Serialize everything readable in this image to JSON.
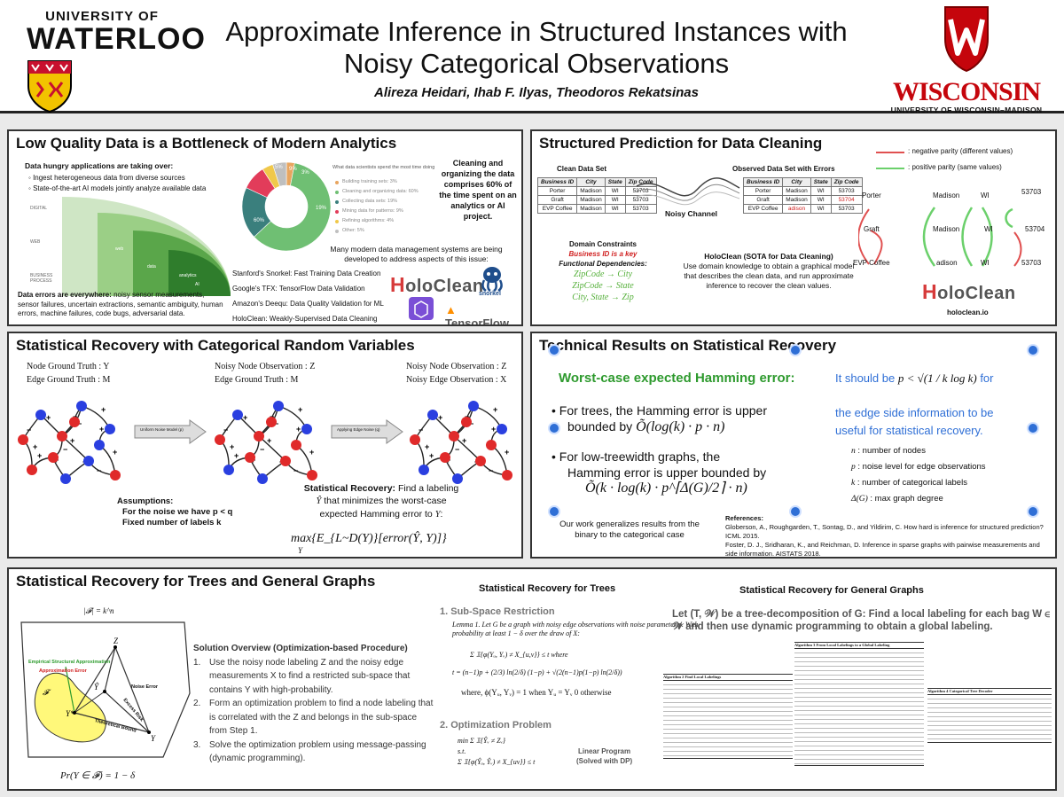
{
  "header": {
    "title_line1": "Approximate Inference in Structured Instances with",
    "title_line2": "Noisy Categorical Observations",
    "authors": "Alireza Heidari, Ihab F. Ilyas, Theodoros Rekatsinas",
    "uw_top": "UNIVERSITY OF",
    "uw_main": "WATERLOO",
    "wi_name": "WISCONSIN",
    "wi_sub": "UNIVERSITY OF WISCONSIN–MADISON"
  },
  "p1": {
    "title": "Low Quality Data is a Bottleneck of Modern Analytics",
    "hungry_head": "Data hungry applications are taking over:",
    "hungry_b1": "Ingest heterogeneous data from diverse sources",
    "hungry_b2": "State-of-the-art AI models jointly analyze available data",
    "quad_labels": [
      "DIGITAL",
      "WEB",
      "BUSINESS PROCESS"
    ],
    "donut_title": "What data scientists spend the most time doing",
    "donut_legend": [
      "Building training sets: 3%",
      "Cleaning and organizing data: 60%",
      "Collecting data sets: 19%",
      "Mining data for patterns: 9%",
      "Refining algorithms: 4%",
      "Other: 5%"
    ],
    "donut_colors": [
      "#e8a55f",
      "#6fbf73",
      "#3a7f7d",
      "#e23c5a",
      "#f0c84a",
      "#bfbfbf"
    ],
    "donut_values": [
      3,
      60,
      19,
      9,
      4,
      5
    ],
    "donut_labels": [
      "60%",
      "19%",
      "9%",
      "5%",
      "3%"
    ],
    "cleaning_text": "Cleaning and organizing the data comprises 60% of the time spent on an analytics or AI project.",
    "systems_text": "Many modern data management systems are being developed to address aspects of this issue:",
    "sys1": "Stanford's Snorkel: Fast Training Data Creation",
    "sys2": "Google's TFX: TensorFlow Data Validation",
    "sys3": "Amazon's Deequ: Data Quality Validation for ML",
    "sys4": "HoloClean: Weakly-Supervised Data Cleaning",
    "errors_head": "Data errors are everywhere:",
    "errors_text": "noisy sensor measurements, sensor failures, uncertain extractions, semantic ambiguity, human errors, machine failures, code bugs, adversarial data.",
    "logo_holo_h": "H",
    "logo_holo_rest": "oloClean",
    "logo_snorkel": "snorkel",
    "logo_tf": "TensorFlow"
  },
  "p2": {
    "title": "Structured Prediction for Data Cleaning",
    "clean_head": "Clean Data Set",
    "observed_head": "Observed Data Set with Errors",
    "cols": [
      "Business ID",
      "City",
      "State",
      "Zip Code"
    ],
    "clean_rows": [
      [
        "Porter",
        "Madison",
        "WI",
        "53703"
      ],
      [
        "Graft",
        "Madison",
        "WI",
        "53703"
      ],
      [
        "EVP Coffee",
        "Madison",
        "WI",
        "53703"
      ]
    ],
    "noisy_rows": [
      [
        "Porter",
        "Madison",
        "WI",
        "53703"
      ],
      [
        "Graft",
        "Madison",
        "WI",
        "53704"
      ],
      [
        "EVP Coffee",
        "adison",
        "WI",
        "53703"
      ]
    ],
    "noisy_channel": "Noisy Channel",
    "dc_head": "Domain Constraints",
    "dc_key": "Business ID is a key",
    "dc_fd": "Functional Dependencies:",
    "fd1": "ZipCode → City",
    "fd2": "ZipCode → State",
    "fd3": "City, State → Zip",
    "holo_head": "HoloClean (SOTA for Data Cleaning)",
    "holo_text": "Use domain knowledge to obtain a graphical model that describes the clean data, and run approximate inference to recover the clean values.",
    "legend_neg": ": negative parity (different values)",
    "legend_pos": ": positive parity (same values)",
    "g_porter": "Porter",
    "g_graft": "Graft",
    "g_evp": "EVP Coffee",
    "g_madison1": "Madison",
    "g_madison2": "Madison",
    "g_adison": "adison",
    "g_wi1": "WI",
    "g_wi2": "WI",
    "g_wi3": "WI",
    "g_z1": "53703",
    "g_z2": "53704",
    "g_z3": "53703",
    "holo_url": "holoclean.io",
    "neg_color": "#e05050",
    "pos_color": "#6bd06b"
  },
  "p3": {
    "title": "Statistical Recovery with Categorical Random Variables",
    "g1_l1": "Node Ground Truth : Y",
    "g1_l2": "Edge Ground Truth : M",
    "g2_l1": "Noisy Node Observation : Z",
    "g2_l2": "Edge Ground Truth : M",
    "g3_l1": "Noisy Node Observation : Z",
    "g3_l2": "Noisy Edge Observation : X",
    "arrow1": "Uniform Noise Model (p)",
    "arrow2": "Applying Edge Noise (q)",
    "assump_head": "Assumptions:",
    "assump1": "For the noise we have p < q",
    "assump2": "Fixed number of labels k",
    "sr_head": "Statistical Recovery:",
    "sr_text1": "Find a labeling",
    "sr_text2": "that minimizes the worst-case",
    "sr_text3": "expected Hamming error to",
    "formula": "max{E_{L~D(Y)}[error(Ŷ, Y)]}",
    "formula_sub": "Y"
  },
  "p4": {
    "title": "Technical Results on Statistical Recovery",
    "wc_head": "Worst-case expected Hamming error:",
    "b1a": "For trees, the Hamming error is upper",
    "b1b": "bounded by",
    "b1f": "Õ(log(k) · p · n)",
    "b2a": "For low-treewidth graphs, the",
    "b2b": "Hamming error is upper bounded by",
    "b2f": "Õ(k · log(k) · p^⌈Δ(G)/2⌉ · n)",
    "should1": "It should be",
    "should_math": "p < √(1 / k log k)",
    "should2": "for",
    "should3": "the edge side information to be",
    "should4": "useful for statistical recovery.",
    "leg_n": ": number of nodes",
    "leg_p": ": noise level for edge observations",
    "leg_k": ": number of categorical labels",
    "leg_d": ": max graph degree",
    "sym_n": "n",
    "sym_p": "p",
    "sym_k": "k",
    "sym_d": "Δ(G)",
    "generalize": "Our work generalizes results from the binary to the categorical case",
    "ref_head": "References:",
    "ref1": "Globerson, A., Roughgarden, T., Sontag, D., and Yildirim, C. How hard is inference for structured prediction? ICML 2015.",
    "ref2": "Foster, D. J., Sridharan, K., and Reichman, D. Inference in sparse graphs with pairwise measurements and side information. AISTATS 2018."
  },
  "p5": {
    "title": "Statistical Recovery for Trees and General Graphs",
    "fig_top": "|𝓕| = k^n",
    "fig_emp": "Empirical Structural Approximation",
    "fig_aerr": "Approximation Error",
    "fig_noise": "Noise Error",
    "fig_excess": "Excess Risk",
    "fig_theo": "Theoretical Bound",
    "fig_prob": "Pr(Y ∈ 𝓕) = 1 − δ",
    "sol_head": "Solution Overview (Optimization-based Procedure)",
    "sol1": "Use the noisy node labeling Z and the noisy edge measurements X to find a restricted sub-space that contains Y with high-probability.",
    "sol2": "Form an optimization problem to find a node labeling that is correlated with the Z and belongs in the sub-space from Step 1.",
    "sol3": "Solve the optimization problem using message-passing (dynamic programming).",
    "trees_head": "Statistical Recovery for Trees",
    "sub_head": "1. Sub-Space Restriction",
    "lemma": "Lemma 1. Let G be a graph with noisy edge observations with noise parameter p. With probability at least 1 − δ over the draw of X:",
    "lemma_sum": "Σ 𝟙{φ(Yᵤ, Yᵥ) ≠ X_{u,v}} ≤ t  where",
    "lemma_t": "t = (n−1)p + (2/3) ln(2/δ) (1−p) + √(2(n−1)p(1−p) ln(2/δ))",
    "phi_def": "where, ϕ(Yᵤ, Yᵥ) = 1 when Yᵤ = Yᵥ 0 otherwise",
    "opt_head": "2. Optimization Problem",
    "opt_min": "min  Σ 𝟙{Ŷᵥ ≠ Zᵥ}",
    "opt_st": "s.t.",
    "opt_c": "Σ 𝟙{φ(Ŷᵤ, Ŷᵥ) ≠ X_{uv}} ≤ t",
    "lp1": "Linear Program",
    "lp2": "(Solved with DP)",
    "gg_head": "Statistical Recovery for General Graphs",
    "gg_text": "Let (T, 𝒲) be a tree-decomposition of G: Find a local labeling for each bag W ∈ 𝒲 and then use dynamic programming to obtain a global labeling.",
    "algo2_head": "Algorithm 2 Find Local Labelings",
    "algo3_head": "Algorithm 3 From Local Labelings to a Global Labeling",
    "algo4_head": "Algorithm 4 Categorical Tree Decoder"
  }
}
